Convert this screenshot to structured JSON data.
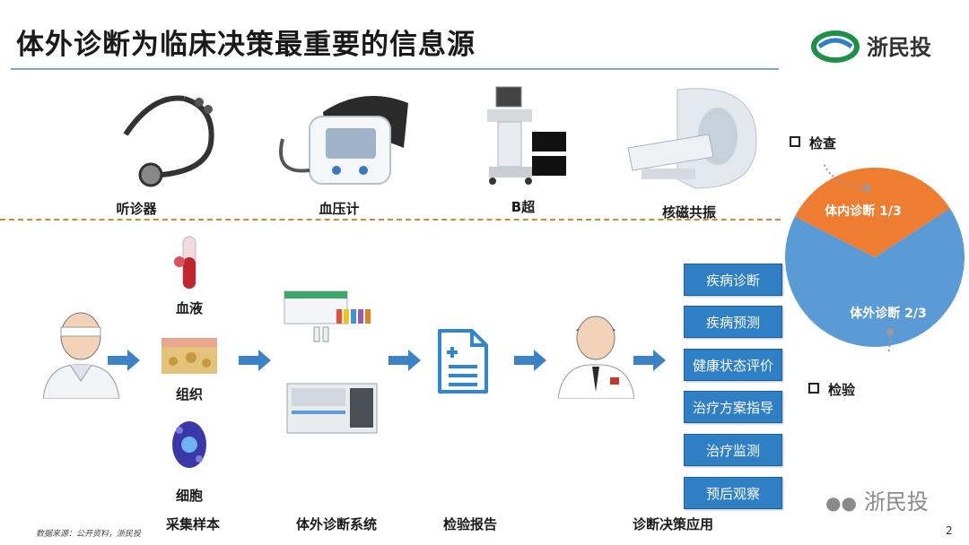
{
  "title": "体外诊断为临床决策最重要的信息源",
  "brand": {
    "name": "浙民投",
    "watermark": "浙民投"
  },
  "devices": [
    {
      "label": "听诊器"
    },
    {
      "label": "血压计"
    },
    {
      "label": "B超"
    },
    {
      "label": "核磁共振"
    }
  ],
  "samples": [
    {
      "label": "血液"
    },
    {
      "label": "组织"
    },
    {
      "label": "细胞"
    }
  ],
  "stages": {
    "collect": "采集样本",
    "ivd": "体外诊断系统",
    "report": "检验报告",
    "decision": "诊断决策应用"
  },
  "applications": [
    "疾病诊断",
    "疾病预测",
    "健康状态评价",
    "治疗方案指导",
    "治疗监测",
    "预后观察"
  ],
  "pie": {
    "legend_top": "检查",
    "legend_bottom": "检验",
    "slices": [
      {
        "label": "体内诊断 1/3",
        "fraction": 0.3333,
        "color": "#ee7d31"
      },
      {
        "label": "体外诊断 2/3",
        "fraction": 0.6667,
        "color": "#5b9bd5"
      }
    ]
  },
  "source": "数据来源：公开资料，浙民投",
  "page_number": "2"
}
